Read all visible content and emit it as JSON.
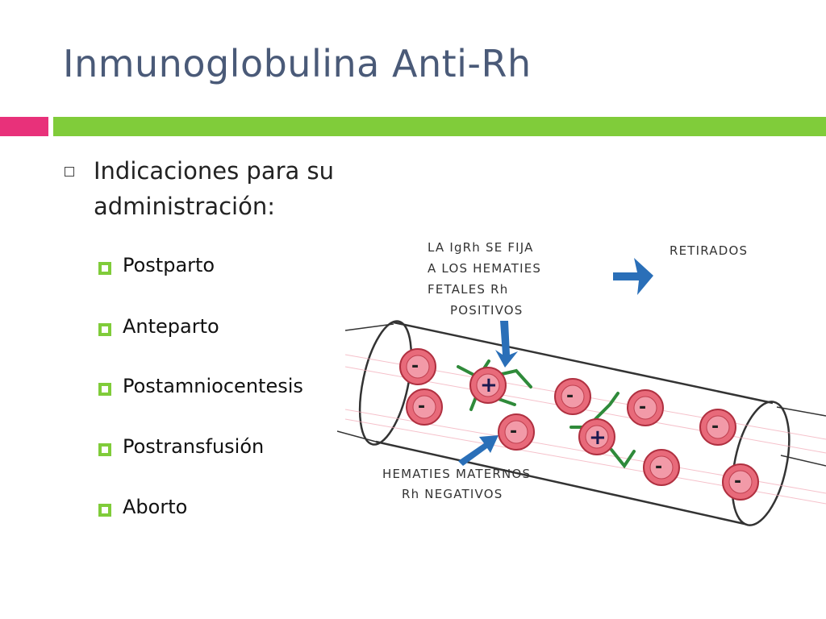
{
  "slide": {
    "title": "Inmunoglobulina Anti-Rh",
    "bullet": "Indicaciones para su administración:",
    "sub_items": [
      "Postparto",
      "Anteparto",
      "Postamniocentesis",
      "Postransfusión",
      "Aborto"
    ]
  },
  "illustration": {
    "label_fetal": [
      "LA IgRh SE FIJA",
      "A LOS HEMATIES",
      "FETALES Rh",
      "POSITIVOS"
    ],
    "label_removed": "RETIRADOS",
    "label_maternal": [
      "HEMATIES MATERNOS",
      "Rh NEGATIVOS"
    ],
    "minus_sign": "-",
    "plus_sign": "+"
  },
  "colors": {
    "title": "#4a5a78",
    "accent_pink": "#e8317a",
    "accent_green": "#80cc3a",
    "cell_fill": "#e86a7a",
    "antibody": "#2f8a3a",
    "arrow": "#2a6fb8"
  }
}
